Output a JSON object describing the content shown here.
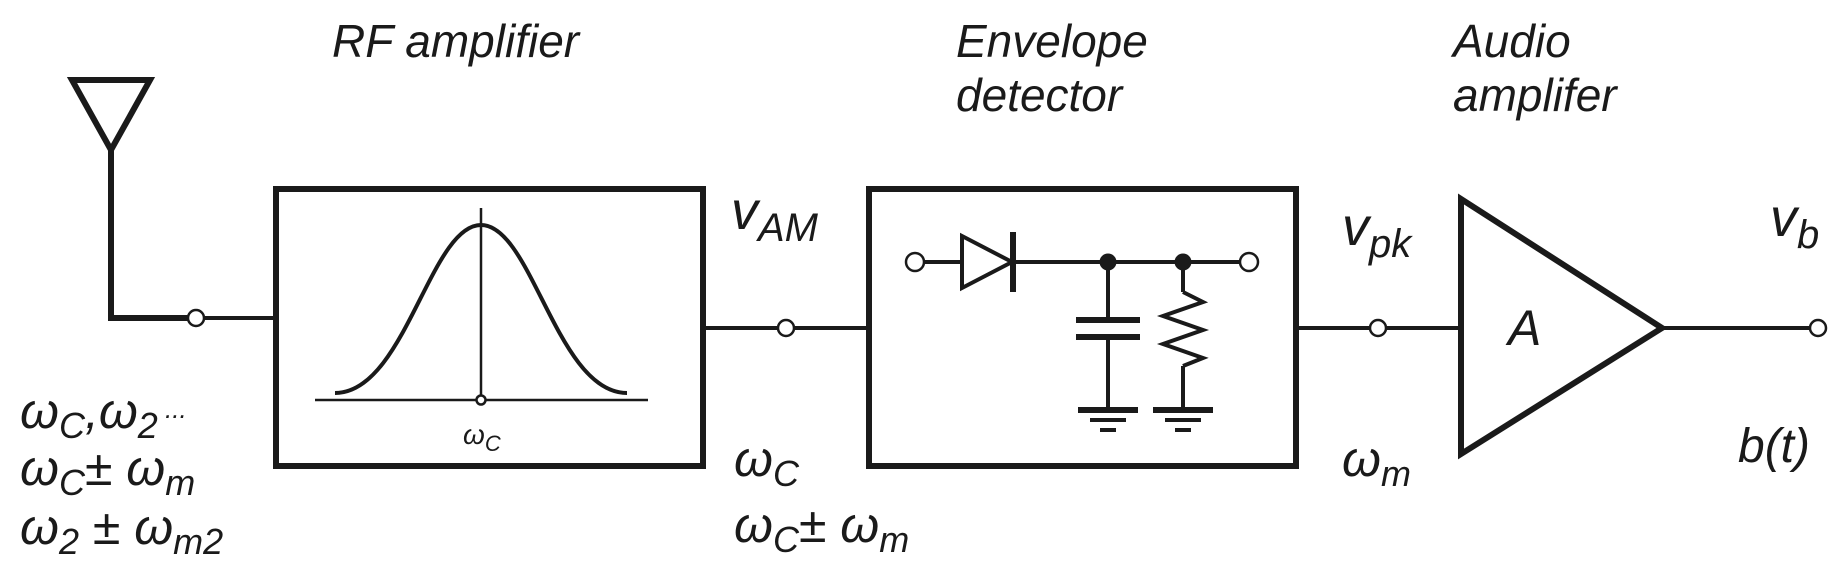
{
  "blocks": {
    "rf_title": "RF amplifier",
    "env_title_line1": "Envelope",
    "env_title_line2": "detector",
    "audio_title_line1": "Audio",
    "audio_title_line2": "amplifer",
    "gain_label": "A",
    "rf_center_label": "C"
  },
  "signals": {
    "v_am_main": "v",
    "v_am_sub": "AM",
    "v_pk_main": "v",
    "v_pk_sub": "pk",
    "v_b_main": "v",
    "v_b_sub": "b",
    "output_func": "b(t)"
  },
  "spectra": {
    "input_line1": [
      "ω",
      "C",
      ",ω",
      "2",
      " ..."
    ],
    "input_line2": [
      "ω",
      "C",
      "± ω",
      "m"
    ],
    "input_line3": [
      "ω",
      "2",
      " ± ω",
      "m2"
    ],
    "mid_line1": [
      "ω",
      "C"
    ],
    "mid_line2": [
      "ω",
      "C",
      "± ω",
      "m"
    ],
    "pk_line1": [
      "ω",
      "m"
    ]
  }
}
